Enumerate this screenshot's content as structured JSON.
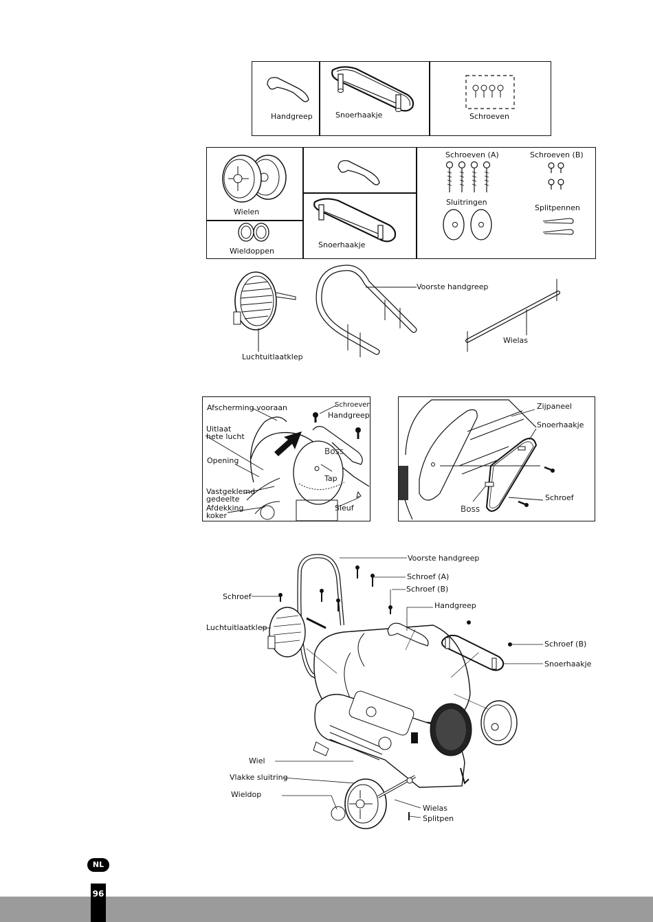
{
  "box1": {
    "handgreep": "Handgreep",
    "snoerhaakje": "Snoerhaakje",
    "schroeven": "Schroeven"
  },
  "box2": {
    "wielen": "Wielen",
    "wieldoppen": "Wieldoppen",
    "snoerhaakje": "Snoerhaakje",
    "schroeven_a": "Schroeven (A)",
    "schroeven_b": "Schroeven (B)",
    "sluitringen": "Sluitringen",
    "splitpennen": "Splitpennen"
  },
  "parts": {
    "luchtuitlaatklep": "Luchtuitlaatklep",
    "voorste_handgreep": "Voorste handgreep",
    "wielas": "Wielas"
  },
  "diagram_left": {
    "schroeven": "Schroeven",
    "afscherming": "Afscherming vooraan",
    "handgreep": "Handgreep",
    "uitlaat": "Uitlaat hete lucht",
    "boss": "Boss",
    "opening": "Opening",
    "tap": "Tap",
    "vastgeklemd": "Vastgeklemd gedeelte",
    "afdekking": "Afdekking koker",
    "sleuf": "Sleuf"
  },
  "diagram_right": {
    "zijpaneel": "Zijpaneel",
    "snoerhaakje": "Snoerhaakje",
    "schroef": "Schroef",
    "boss": "Boss"
  },
  "assembly": {
    "voorste_handgreep": "Voorste handgreep",
    "schroef_a": "Schroef (A)",
    "schroef_b": "Schroef (B)",
    "schroef": "Schroef",
    "handgreep": "Handgreep",
    "luchtuitlaatklep": "Luchtuitlaatklep",
    "schroef_b2": "Schroef (B)",
    "snoerhaakje": "Snoerhaakje",
    "wiel": "Wiel",
    "vlakke_sluitring": "Vlakke sluitring",
    "wieldop": "Wieldop",
    "wielas": "Wielas",
    "splitpen": "Splitpen"
  },
  "footer": {
    "language": "NL",
    "page_number": "96"
  }
}
